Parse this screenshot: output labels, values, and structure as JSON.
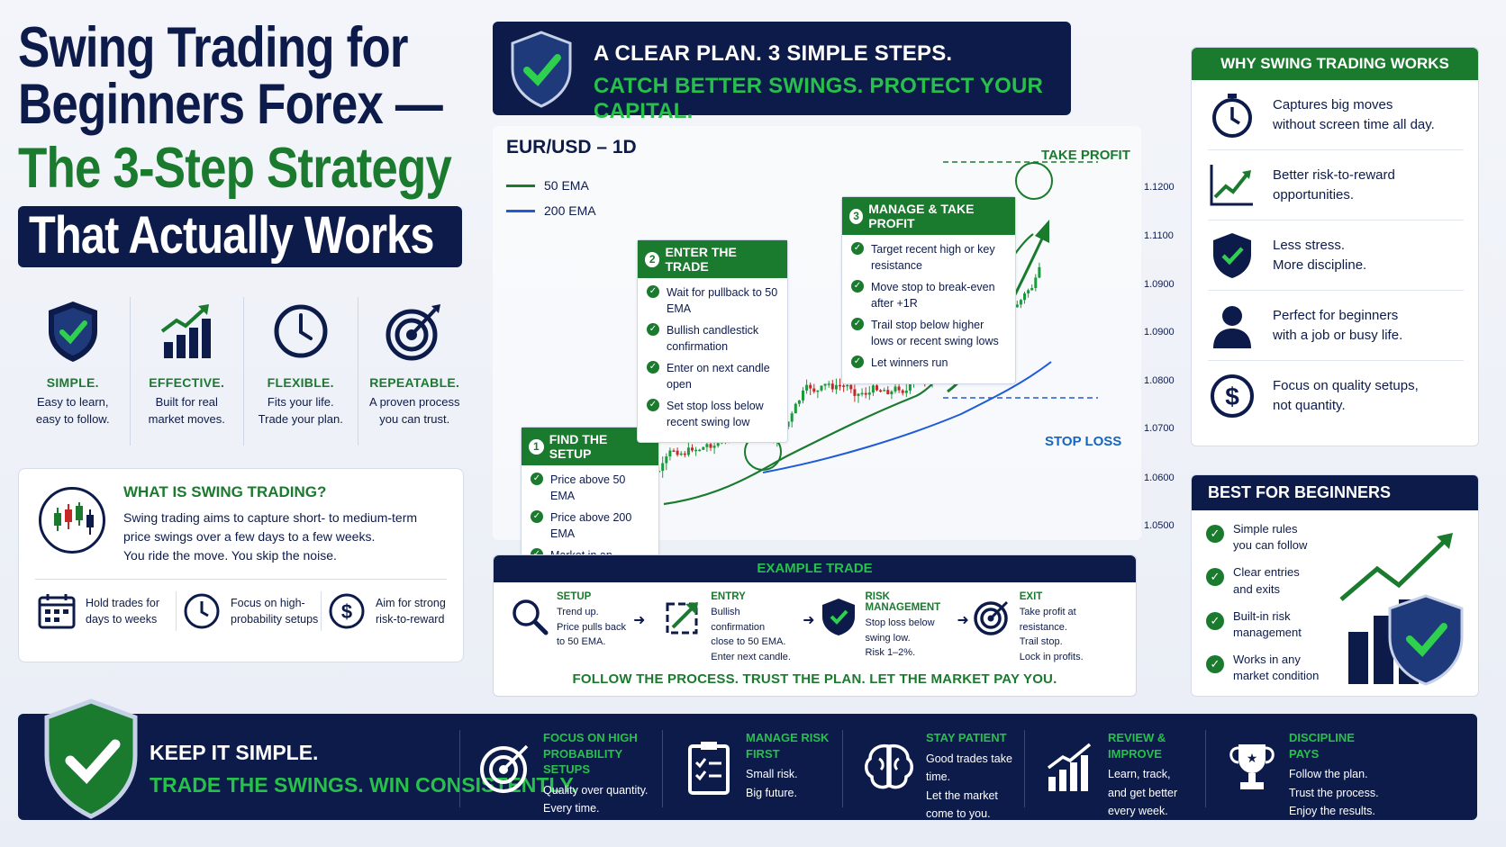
{
  "title": {
    "line1": "Swing Trading for",
    "line2": "Beginners Forex —",
    "line3": "The 3-Step Strategy",
    "line4": "That Actually Works"
  },
  "features": [
    {
      "icon": "shield-check-icon",
      "heading": "SIMPLE.",
      "desc1": "Easy to learn,",
      "desc2": "easy to follow."
    },
    {
      "icon": "growth-chart-icon",
      "heading": "EFFECTIVE.",
      "desc1": "Built for real",
      "desc2": "market moves."
    },
    {
      "icon": "clock-icon",
      "heading": "FLEXIBLE.",
      "desc1": "Fits your life.",
      "desc2": "Trade your plan."
    },
    {
      "icon": "target-icon",
      "heading": "REPEATABLE.",
      "desc1": "A proven process",
      "desc2": "you can trust."
    }
  ],
  "what": {
    "heading": "WHAT IS SWING TRADING?",
    "text1": "Swing trading aims to capture short- to medium-term",
    "text2": "price swings over a few days to a few weeks.",
    "text3": "You ride the move. You skip the noise.",
    "items": [
      {
        "icon": "calendar-icon",
        "l1": "Hold trades for",
        "l2": "days to weeks"
      },
      {
        "icon": "clock-icon",
        "l1": "Focus on high-",
        "l2": "probability setups"
      },
      {
        "icon": "dollar-icon",
        "l1": "Aim for strong",
        "l2": "risk-to-reward"
      }
    ]
  },
  "banner": {
    "line1": "A CLEAR PLAN. 3 SIMPLE STEPS.",
    "line2": "CATCH BETTER SWINGS. PROTECT YOUR CAPITAL."
  },
  "chart": {
    "title": "EUR/USD – 1D",
    "legend": [
      {
        "label": "50 EMA",
        "color": "#1a7a2e"
      },
      {
        "label": "200 EMA",
        "color": "#1e5bd8"
      }
    ],
    "take_profit": "TAKE PROFIT",
    "stop_loss": "STOP LOSS",
    "ticks": [
      "1.1200",
      "1.1100",
      "1.0900",
      "1.0900",
      "1.0800",
      "1.0700",
      "1.0600",
      "1.0500"
    ]
  },
  "steps": [
    {
      "num": "1",
      "title": "FIND THE SETUP",
      "items": [
        "Price above 50 EMA",
        "Price above 200 EMA",
        "Market in an uptrend"
      ]
    },
    {
      "num": "2",
      "title": "ENTER THE TRADE",
      "items": [
        "Wait for pullback to 50 EMA",
        "Bullish candlestick confirmation",
        "Enter on next candle open",
        "Set stop loss below recent swing low"
      ]
    },
    {
      "num": "3",
      "title": "MANAGE & TAKE PROFIT",
      "items": [
        "Target recent high or key resistance",
        "Move stop to break-even after +1R",
        "Trail stop below higher lows or recent swing lows",
        "Let winners run"
      ]
    }
  ],
  "example": {
    "heading": "EXAMPLE TRADE",
    "steps": [
      {
        "icon": "magnifier-icon",
        "title": "SETUP",
        "lines": [
          "Trend up.",
          "Price pulls back",
          "to 50 EMA."
        ]
      },
      {
        "icon": "entry-arrow-icon",
        "title": "ENTRY",
        "lines": [
          "Bullish confirmation",
          "close to 50 EMA.",
          "Enter next candle."
        ]
      },
      {
        "icon": "shield-check-icon",
        "title": "RISK MANAGEMENT",
        "lines": [
          "Stop loss below",
          "swing low.",
          "Risk 1–2%."
        ]
      },
      {
        "icon": "target-icon",
        "title": "EXIT",
        "lines": [
          "Take profit at",
          "resistance.",
          "Trail stop.",
          "Lock in profits."
        ]
      }
    ],
    "footer": "FOLLOW THE PROCESS. TRUST THE PLAN. LET THE MARKET PAY YOU."
  },
  "why": {
    "heading": "WHY SWING TRADING WORKS",
    "items": [
      {
        "icon": "stopwatch-icon",
        "l1": "Captures big moves",
        "l2": "without screen time all day."
      },
      {
        "icon": "growth-chart-icon",
        "l1": "Better risk-to-reward",
        "l2": "opportunities."
      },
      {
        "icon": "shield-check-icon",
        "l1": "Less stress.",
        "l2": "More discipline."
      },
      {
        "icon": "person-icon",
        "l1": "Perfect for beginners",
        "l2": "with a job or busy life."
      },
      {
        "icon": "dollar-icon",
        "l1": "Focus on quality setups,",
        "l2": "not quantity."
      }
    ]
  },
  "best": {
    "heading": "BEST FOR BEGINNERS",
    "items": [
      {
        "l1": "Simple rules",
        "l2": "you can follow"
      },
      {
        "l1": "Clear entries",
        "l2": "and exits"
      },
      {
        "l1": "Built-in risk",
        "l2": "management"
      },
      {
        "l1": "Works in any",
        "l2": "market condition"
      }
    ]
  },
  "bottom": {
    "line1": "KEEP IT SIMPLE.",
    "line2": "TRADE THE SWINGS. WIN CONSISTENTLY.",
    "blocks": [
      {
        "icon": "target-icon",
        "t1": "FOCUS ON HIGH",
        "t2": "PROBABILITY SETUPS",
        "d1": "Quality over quantity.",
        "d2": "Every time."
      },
      {
        "icon": "clipboard-icon",
        "t1": "MANAGE RISK FIRST",
        "t2": "",
        "d1": "Small risk.",
        "d2": "Big future."
      },
      {
        "icon": "brain-icon",
        "t1": "STAY PATIENT",
        "t2": "",
        "d1": "Good trades take time.",
        "d2": "Let the market",
        "d3": "come to you."
      },
      {
        "icon": "growth-chart-icon",
        "t1": "REVIEW & IMPROVE",
        "t2": "",
        "d1": "Learn, track,",
        "d2": "and get better",
        "d3": "every week."
      },
      {
        "icon": "trophy-icon",
        "t1": "DISCIPLINE PAYS",
        "t2": "",
        "d1": "Follow the plan.",
        "d2": "Trust the process.",
        "d3": "Enjoy the results."
      }
    ]
  },
  "colors": {
    "navy": "#0d1b4a",
    "green": "#1a7a2e",
    "bright_green": "#27c04a",
    "blue": "#1e5bd8"
  }
}
